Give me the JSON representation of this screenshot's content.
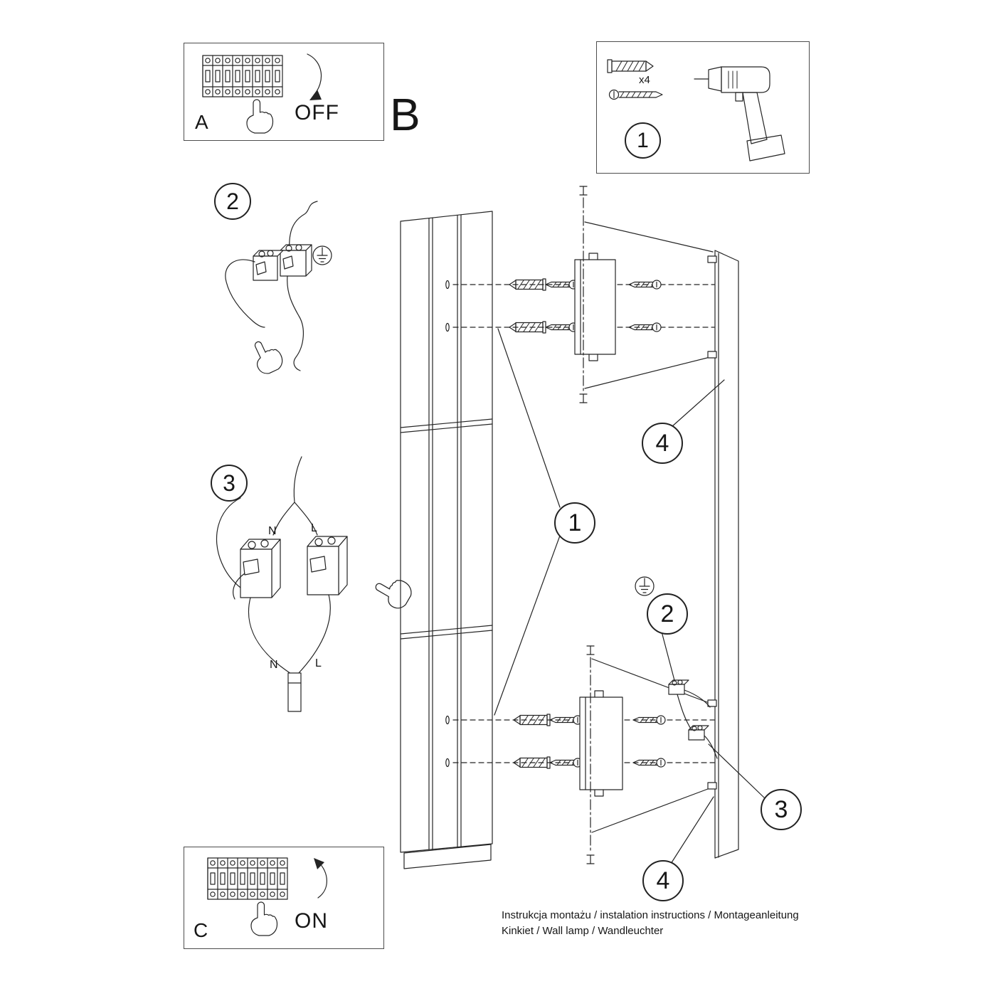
{
  "page": {
    "background": "#ffffff",
    "line_color": "#242424"
  },
  "panels": {
    "a": {
      "label": "A",
      "action": "OFF"
    },
    "b": {
      "label": "B"
    },
    "c": {
      "label": "C",
      "action": "ON"
    },
    "tools": {
      "step": "1",
      "anchor_count": "x4"
    }
  },
  "steps": {
    "two": "2",
    "three": "3"
  },
  "callouts": {
    "one": "1",
    "two": "2",
    "three": "3",
    "four_top": "4",
    "four_bottom": "4"
  },
  "wiring": {
    "n_top": "N",
    "l_top": "L",
    "n_bottom": "N",
    "l_bottom": "L"
  },
  "footer": {
    "line1": "Instrukcja montażu / instalation instructions / Montageanleitung",
    "line2": "Kinkiet / Wall lamp / Wandleuchter"
  }
}
